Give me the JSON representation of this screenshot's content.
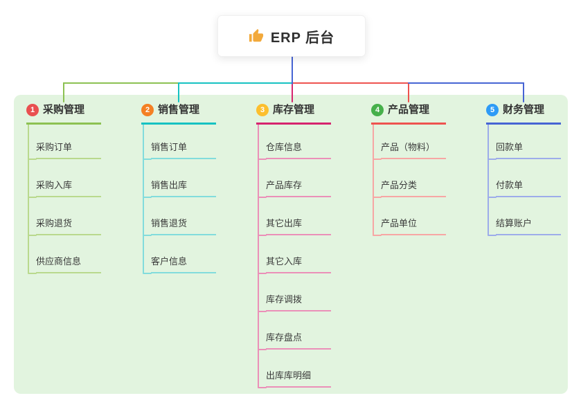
{
  "root": {
    "label": "ERP 后台",
    "icon": "thumbs-up-icon",
    "icon_color": "#f2a93b"
  },
  "connector_color": "#4664d4",
  "canvas_bg": "#e2f4df",
  "branches": [
    {
      "num": "1",
      "badge_color": "#e95050",
      "label": "采购管理",
      "color": "#8cc152",
      "child_color": "#b9d98d",
      "children": [
        "采购订单",
        "采购入库",
        "采购退货",
        "供应商信息"
      ]
    },
    {
      "num": "2",
      "badge_color": "#f48024",
      "label": "销售管理",
      "color": "#16c2c2",
      "child_color": "#82dcdc",
      "children": [
        "销售订单",
        "销售出库",
        "销售退货",
        "客户信息"
      ]
    },
    {
      "num": "3",
      "badge_color": "#fcbf2e",
      "label": "库存管理",
      "color": "#d6246e",
      "child_color": "#eb8fb8",
      "children": [
        "仓库信息",
        "产品库存",
        "其它出库",
        "其它入库",
        "库存调拨",
        "库存盘点",
        "出库库明细"
      ]
    },
    {
      "num": "4",
      "badge_color": "#47b04b",
      "label": "产品管理",
      "color": "#ee534f",
      "child_color": "#f7a6a4",
      "children": [
        "产品（物料）",
        "产品分类",
        "产品单位"
      ]
    },
    {
      "num": "5",
      "badge_color": "#2e9bf6",
      "label": "财务管理",
      "color": "#4664d4",
      "child_color": "#9dacea",
      "children": [
        "回款单",
        "付款单",
        "结算账户"
      ]
    }
  ]
}
